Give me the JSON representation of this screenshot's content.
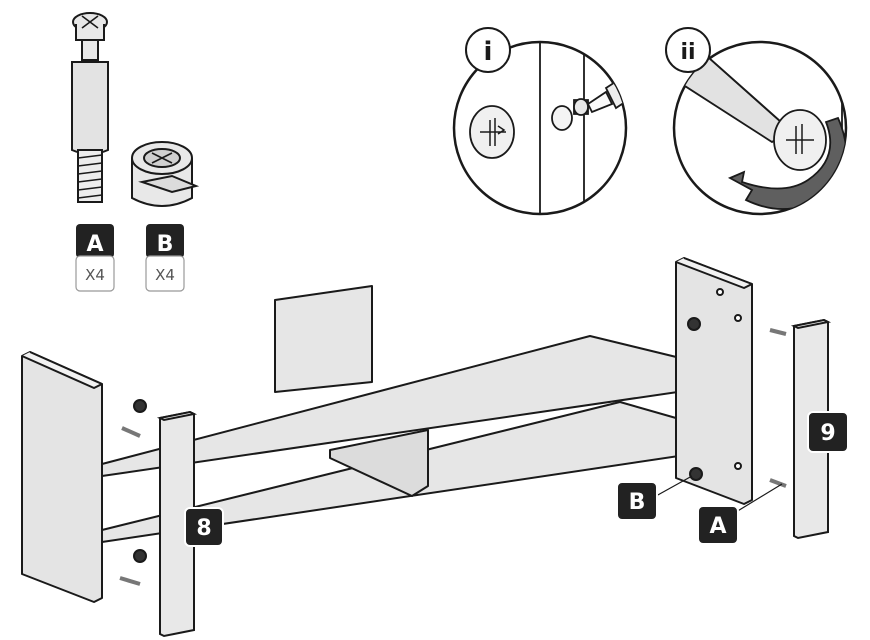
{
  "parts": [
    {
      "letter": "A",
      "qty": "X4"
    },
    {
      "letter": "B",
      "qty": "X4"
    }
  ],
  "steps": {
    "first": "i",
    "second": "ii"
  },
  "panels": {
    "left": "8",
    "right": "9"
  },
  "callouts": {
    "b": "B",
    "a": "A"
  },
  "colors": {
    "panel": "#e6e6e6",
    "outline": "#1a1a1a",
    "label_bg": "#222222",
    "label_text": "#ffffff",
    "arrow": "#555555"
  }
}
